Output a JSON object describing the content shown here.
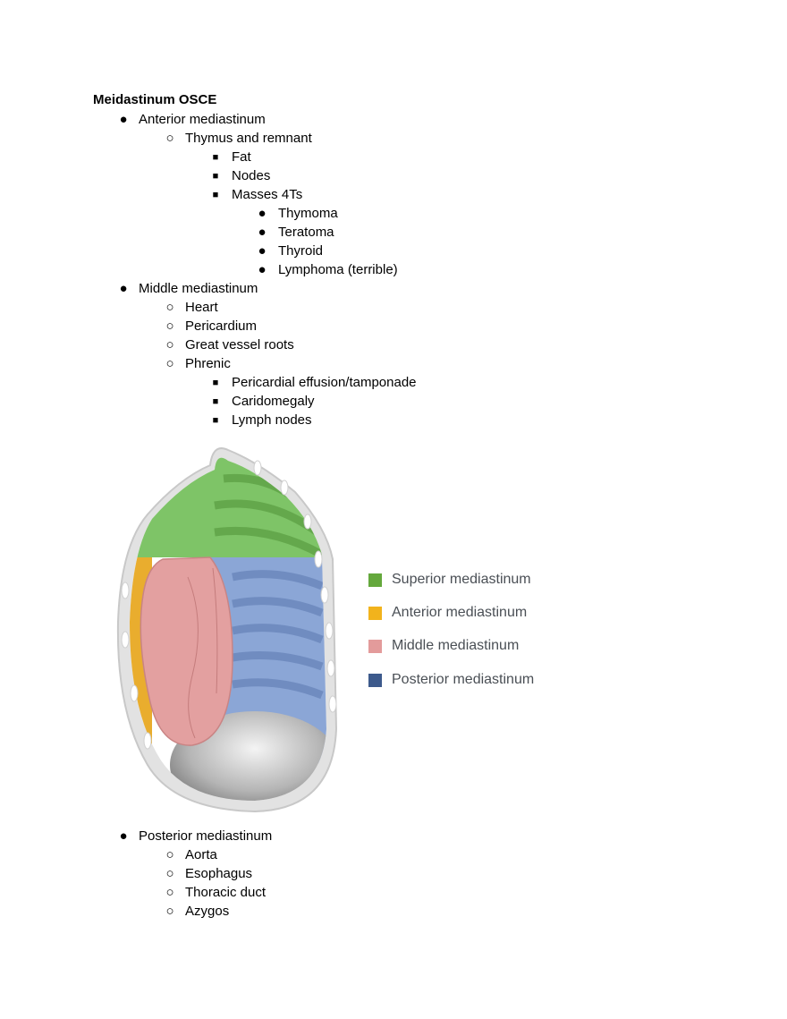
{
  "title": "Meidastinum OSCE",
  "outline": {
    "anterior": {
      "label": "Anterior mediastinum",
      "thymus": "Thymus and remnant",
      "fat": "Fat",
      "nodes": "Nodes",
      "masses": "Masses 4Ts",
      "thymoma": "Thymoma",
      "teratoma": "Teratoma",
      "thyroid": "Thyroid",
      "lymphoma": "Lymphoma (terrible)"
    },
    "middle": {
      "label": "Middle mediastinum",
      "heart": "Heart",
      "pericardium": "Pericardium",
      "great_vessels": "Great vessel roots",
      "phrenic": "Phrenic",
      "effusion": "Pericardial effusion/tamponade",
      "cardiomegaly": "Caridomegaly",
      "lymph_nodes": "Lymph nodes"
    },
    "posterior": {
      "label": "Posterior mediastinum",
      "aorta": "Aorta",
      "esophagus": "Esophagus",
      "thoracic_duct": "Thoracic duct",
      "azygos": "Azygos"
    }
  },
  "bullets": {
    "level1": "●",
    "level2": "○",
    "level3": "■"
  },
  "legend": [
    {
      "label": "Superior mediastinum",
      "color": "#64a83c"
    },
    {
      "label": "Anterior mediastinum",
      "color": "#f2b31c"
    },
    {
      "label": "Middle mediastinum",
      "color": "#e39b9b"
    },
    {
      "label": "Posterior mediastinum",
      "color": "#3d5a8c"
    }
  ]
}
